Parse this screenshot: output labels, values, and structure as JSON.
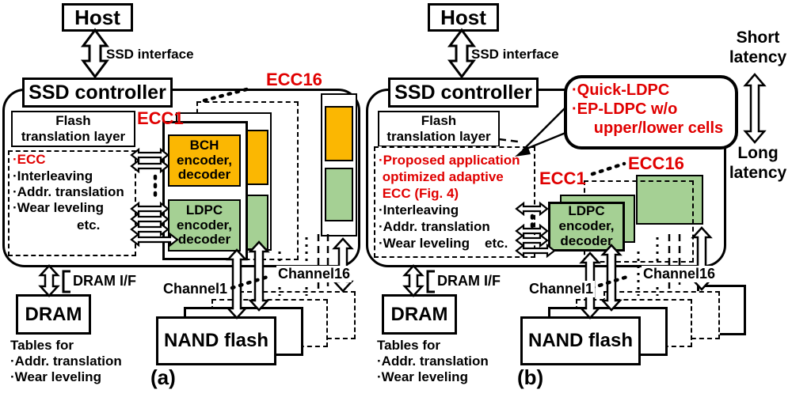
{
  "colors": {
    "red": "#E00000",
    "bch_orange": "#FBB702",
    "ldpc_green": "#A5D094"
  },
  "latency": {
    "short": "Short\nlatency",
    "long": "Long\nlatency"
  },
  "panel_a": {
    "caption": "(a)",
    "host": "Host",
    "ssd_interface": "SSD interface",
    "controller": "SSD controller",
    "ftl": "Flash\ntranslation layer",
    "list": {
      "ecc": "·ECC",
      "interleaving": "·Interleaving",
      "addr": "·Addr. translation",
      "wear": "·Wear leveling",
      "etc": "etc."
    },
    "ecc1": "ECC1",
    "ecc16": "ECC16",
    "bch_block": "BCH\nencoder,\ndecoder",
    "ldpc_block": "LDPC\nencoder,\ndecoder",
    "dram_if": "DRAM I/F",
    "dram": "DRAM",
    "tables": {
      "title": "Tables for",
      "addr": "·Addr. translation",
      "wear": "·Wear leveling"
    },
    "channel1": "Channel1",
    "channel16": "Channel16",
    "nand": "NAND flash"
  },
  "panel_b": {
    "caption": "(b)",
    "host": "Host",
    "ssd_interface": "SSD interface",
    "controller": "SSD controller",
    "ftl": "Flash\ntranslation layer",
    "list": {
      "proposed": "·Proposed application\n optimized adaptive\n ECC (Fig. 4)",
      "interleaving": "·Interleaving",
      "addr": "·Addr. translation",
      "wear": "·Wear leveling",
      "etc": "etc."
    },
    "callout": "·Quick-LDPC\n·EP-LDPC w/o\n     upper/lower cells",
    "ecc1": "ECC1",
    "ecc16": "ECC16",
    "ldpc_block": "LDPC\nencoder,\ndecoder",
    "dram_if": "DRAM I/F",
    "dram": "DRAM",
    "tables": {
      "title": "Tables for",
      "addr": "·Addr. translation",
      "wear": "·Wear leveling"
    },
    "channel1": "Channel1",
    "channel16": "Channel16",
    "nand": "NAND flash"
  }
}
